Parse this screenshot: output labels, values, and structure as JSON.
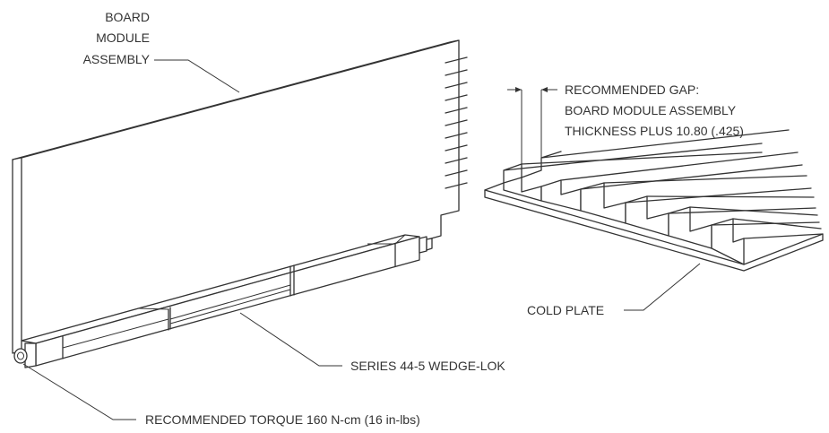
{
  "labels": {
    "board_module_line1": "BOARD",
    "board_module_line2": "MODULE",
    "board_module_line3": "ASSEMBLY",
    "gap_line1": "RECOMMENDED GAP:",
    "gap_line2": "BOARD MODULE ASSEMBLY",
    "gap_line3": "THICKNESS PLUS 10.80 (.425)",
    "cold_plate": "COLD PLATE",
    "wedge_lok": "SERIES 44-5 WEDGE-LOK",
    "torque": "RECOMMENDED TORQUE  160 N-cm (16 in-lbs)"
  },
  "colors": {
    "line": "#333333",
    "background": "#ffffff"
  }
}
